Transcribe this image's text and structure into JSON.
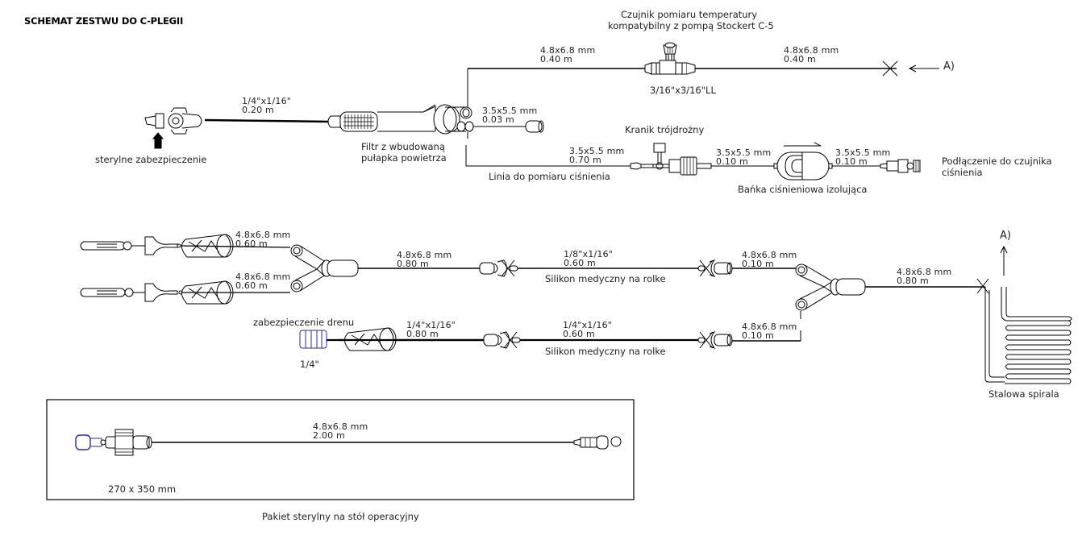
{
  "title": "SCHEMAT ZESTWU DO C-PLEGII",
  "labels": {
    "sterile_cap": "sterylne zabezpieczenie",
    "filter_line1": "Filtr z wbudowaną",
    "filter_line2": "pułapka powietrza",
    "temp_sensor_line1": "Czujnik pomiaru temperatury",
    "temp_sensor_line2": "kompatybilny z pompą Stockert C-5",
    "temp_connector": "3/16\"x3/16\"LL",
    "arrow_a_top": "A)",
    "stopcock": "Kranik trójdrożny",
    "pressure_line": "Linia do pomiaru ciśnienia",
    "pressure_bulb": "Bańka ciśnieniowa izolująca",
    "pressure_sensor_line1": "Podłączenie do czujnika",
    "pressure_sensor_line2": "ciśnienia",
    "silicone_1": "Silikon medyczny na rolke",
    "silicone_2": "Silikon medyczny na rolke",
    "drain_cap": "zabezpieczenie drenu",
    "drain_size": "1/4\"",
    "arrow_a_coil": "A)",
    "steel_coil": "Stalowa spirala",
    "package_size": "270  x  350  mm",
    "sterile_package": "Pakiet sterylny na stół operacyjny"
  },
  "tubes": {
    "main_in": {
      "size": "1/4\"x1/16\"",
      "length": "0.20  m"
    },
    "filter_out": {
      "size": "3.5x5.5  mm",
      "length": "0.03  m"
    },
    "temp_in": {
      "size": "4.8x6.8  mm",
      "length": "0.40  m"
    },
    "temp_out": {
      "size": "4.8x6.8  mm",
      "length": "0.40  m"
    },
    "pressure_1": {
      "size": "3.5x5.5  mm",
      "length": "0.70  m"
    },
    "pressure_2": {
      "size": "3.5x5.5  mm",
      "length": "0.10  m"
    },
    "pressure_3": {
      "size": "3.5x5.5  mm",
      "length": "0.10  m"
    },
    "spike_1": {
      "size": "4.8x6.8  mm",
      "length": "0.60  m"
    },
    "spike_2": {
      "size": "4.8x6.8  mm",
      "length": "0.60  m"
    },
    "y_out": {
      "size": "4.8x6.8  mm",
      "length": "0.80  m"
    },
    "pump_1": {
      "size": "1/8\"x1/16\"",
      "length": "0.60  m"
    },
    "y2_in_1": {
      "size": "4.8x6.8  mm",
      "length": "0.10  m"
    },
    "y2_out": {
      "size": "4.8x6.8  mm",
      "length": "0.80  m"
    },
    "drain": {
      "size": "1/4\"x1/16\"",
      "length": "0.80  m"
    },
    "pump_2": {
      "size": "1/4\"x1/16\"",
      "length": "0.60  m"
    },
    "y2_in_2": {
      "size": "4.8x6.8  mm",
      "length": "0.10  m"
    },
    "package_tube": {
      "size": "4.8x6.8  mm",
      "length": "2.00  m"
    }
  },
  "colors": {
    "line": "#000000",
    "blue_part": "#2a2aa8"
  }
}
